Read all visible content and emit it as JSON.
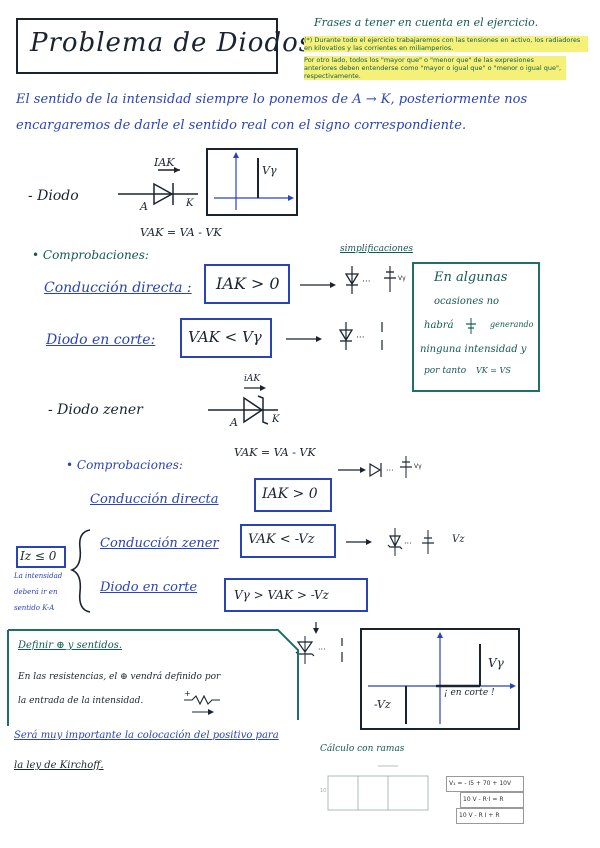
{
  "title": "Problema de Diodos",
  "notes": {
    "header": "Frases a tener en cuenta en el ejercicio.",
    "b1": "(*) Durante todo el ejercicio trabajaremos con las tensiones en activo, los radiadores en kilovatios y las corrientes en miliamperios.",
    "b2": "Por otro lado, todos los \"mayor que\" o \"menor que\" de las expresiones anteriores deben entenderse como \"mayor o igual que\" o \"menor o igual que\", respectivamente."
  },
  "intro": {
    "line1": "El sentido de la intensidad siempre lo ponemos de A → K, posteriormente nos",
    "line2": "encargaremos de darle el sentido real con el signo correspondiente."
  },
  "diodo": {
    "label": "- Diodo",
    "current": "IAK",
    "a": "A",
    "k": "K",
    "vgamma": "Vγ",
    "eq": "VAK = VA - VK",
    "comprobaciones": "• Comprobaciones:",
    "simplificaciones": "simplificaciones",
    "directa_label": "Conducción directa :",
    "directa_cond": "IAK > 0",
    "corte_label": "Diodo en corte:",
    "corte_cond": "VAK < Vγ",
    "note": [
      "En algunas",
      "ocasiones no",
      "habrá",
      "generando",
      "ninguna intensidad y",
      "por tanto",
      "VK = VS"
    ]
  },
  "zener": {
    "label": "- Diodo zener",
    "current": "iAK",
    "a": "A",
    "k": "K",
    "eq": "VAK = VA - VK",
    "comprobaciones": "• Comprobaciones:",
    "directa_label": "Conducción directa",
    "directa_cond": "IAK > 0",
    "zener_label": "Conducción zener",
    "zener_cond": "VAK < -Vz",
    "corte_label": "Diodo en corte",
    "corte_cond": "Vγ > VAK > -Vz",
    "iz_box": "Iz ≤ 0",
    "iz_note": [
      "La intensidad",
      "deberá ir en",
      "sentido K-A"
    ],
    "vz_small": "Vz",
    "vgamma": "Vγ",
    "minus_vz": "-Vz",
    "corte_graph": "¡ en corte !"
  },
  "bottom": {
    "box_l1": "Definir ⊕ y sentidos.",
    "box_l2": "En las resistencias, el ⊕ vendrá definido por",
    "box_l3": "la entrada de la intensidad.",
    "l4": "Será muy importante la colocación del positivo para",
    "l5": "la ley de Kirchoff.",
    "calc_label": "Cálculo con ramas",
    "eq1": "V₁ = - I5 + 70 + 10V",
    "eq2": "10 V - R·I = R",
    "eq3": "10 V - R I + R"
  }
}
